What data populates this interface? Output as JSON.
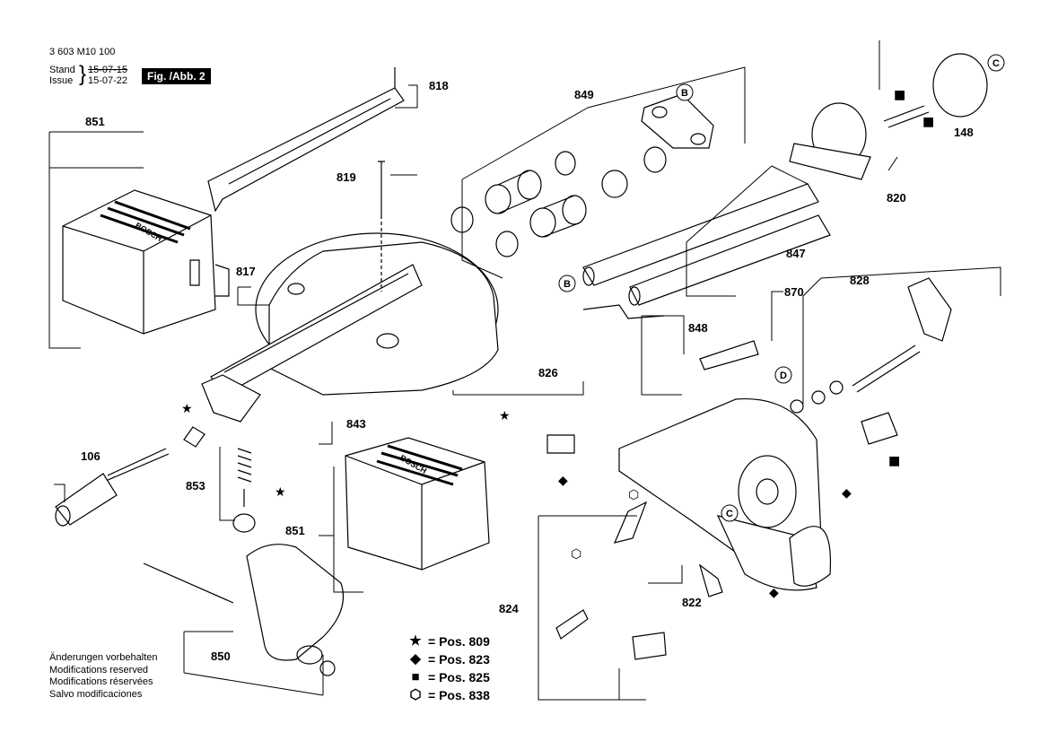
{
  "header": {
    "doc_number": "3 603 M10 100",
    "stand_label": "Stand",
    "issue_label": "Issue",
    "stand_date": "15-07-15",
    "issue_date": "15-07-22",
    "figure_label": "Fig. /Abb. 2"
  },
  "part_labels": [
    "818",
    "851",
    "849",
    "819",
    "148",
    "820",
    "847",
    "817",
    "870",
    "828",
    "848",
    "826",
    "843",
    "106",
    "853",
    "851",
    "824",
    "822",
    "850"
  ],
  "callout_letters": [
    "B",
    "B",
    "C",
    "C",
    "D"
  ],
  "legend": [
    {
      "symbol": "star-icon",
      "glyph": "★",
      "text": "= Pos. 809"
    },
    {
      "symbol": "diamond-icon",
      "glyph": "◆",
      "text": "= Pos. 823"
    },
    {
      "symbol": "square-icon",
      "glyph": "■",
      "text": "= Pos. 825"
    },
    {
      "symbol": "hexagon-icon",
      "glyph": "⬡",
      "text": "= Pos. 838"
    }
  ],
  "notes": [
    "Änderungen vorbehalten",
    "Modifications reserved",
    "Modifications réservées",
    "Salvo modificaciones"
  ]
}
